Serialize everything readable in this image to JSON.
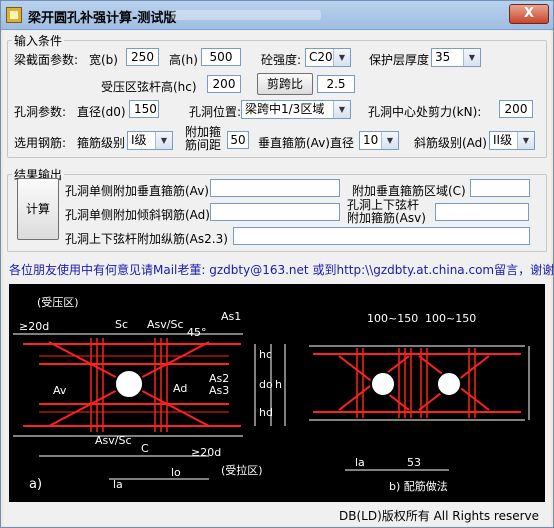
{
  "window": {
    "title": "梁开圆孔补强计算-测试版",
    "close_label": "X"
  },
  "input_group": {
    "legend": "输入条件",
    "section_label": "梁截面参数:",
    "width_label": "宽(b)",
    "width_value": "250",
    "height_label": "高(h)",
    "height_value": "500",
    "concrete_label": "砼强度:",
    "concrete_value": "C20",
    "cover_label": "保护层厚度",
    "cover_value": "35",
    "chord_label": "受压区弦杆高(hc)",
    "chord_value": "200",
    "span_ratio_button": "剪跨比",
    "span_ratio_value": "2.5",
    "hole_label": "孔洞参数:",
    "diameter_label": "直径(d0)",
    "diameter_value": "150",
    "position_label": "孔洞位置:",
    "position_value": "梁跨中1/3区域",
    "shear_label": "孔洞中心处剪力(kN):",
    "shear_value": "200",
    "rebar_label": "选用钢筋:",
    "stirrup_grade_label": "箍筋级别",
    "stirrup_grade_value": "I级",
    "extra_spacing_label_1": "附加箍",
    "extra_spacing_label_2": "筋间距",
    "extra_spacing_value": "50",
    "vertical_dia_label": "垂直箍筋(Av)直径",
    "vertical_dia_value": "10",
    "diag_grade_label": "斜筋级别(Ad)",
    "diag_grade_value": "II级"
  },
  "result_group": {
    "legend": "结果输出",
    "calc_button": "计算",
    "av_label": "孔洞单侧附加垂直箍筋(Av)",
    "zone_label": "附加垂直箍筋区域(C)",
    "ad_label": "孔洞单侧附加倾斜钢筋(Ad)",
    "asv_label_1": "孔洞上下弦杆",
    "asv_label_2": "附加箍筋(Asv)",
    "as23_label": "孔洞上下弦杆附加纵筋(As2.3)"
  },
  "notice": {
    "prefix": "各位朋友使用中有何意见请Mail老董:",
    "email": "gzdbty@163.net",
    "middle": "或到",
    "url": "http:\\\\gzdbty.at.china.com",
    "suffix": "留言，谢谢"
  },
  "figure": {
    "compress_zone": "(受压区)",
    "label_20d_left": "≥20d",
    "label_sc": "Sc",
    "label_asv_sc_top": "Asv/Sc",
    "label_45": "45°",
    "label_as1": "As1",
    "label_av": "Av",
    "label_ad": "Ad",
    "label_as2": "As2",
    "label_as3": "As3",
    "label_hc": "hc",
    "label_do": "do",
    "label_h": "h",
    "label_hd": "hd",
    "label_asv_sc_bottom": "Asv/Sc",
    "label_c": "C",
    "label_20d_bottom": "≥20d",
    "label_la_left": "la",
    "label_lo": "lo",
    "label_tension": "(受拉区)",
    "label_a": "a)",
    "label_100_150_a": "100~150",
    "label_100_150_b": "100~150",
    "label_la_right": "la",
    "label_53": "53",
    "label_b": "b) 配筋做法"
  },
  "footer": "DB(LD)版权所有 All Rights reserve",
  "colors": {
    "accent_red": "#ff2020",
    "drawing_white": "#ffffff",
    "notice_blue": "#1a1ab0"
  }
}
